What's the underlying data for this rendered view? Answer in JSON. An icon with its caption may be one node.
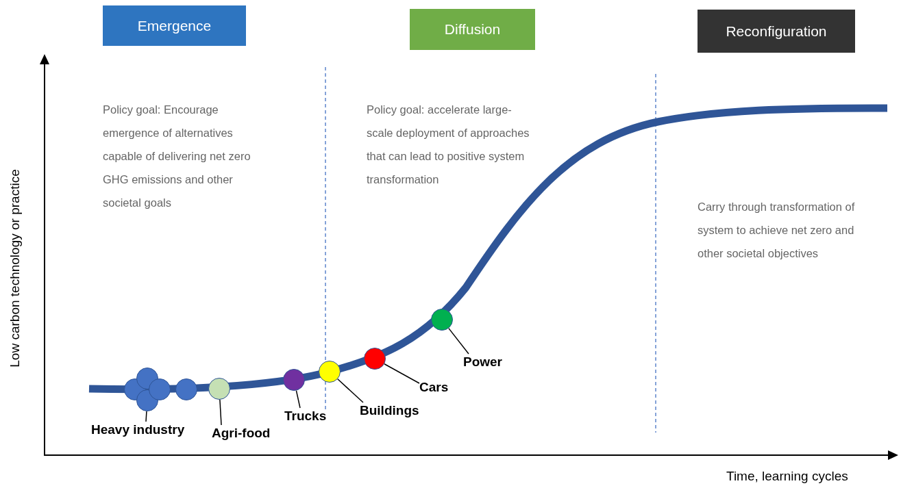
{
  "diagram": {
    "nodes": [
      {
        "text": [
          "Emergence"
        ]
      },
      {
        "text": [
          "Diffusion"
        ]
      },
      {
        "text": [
          "Reconfiguration"
        ]
      },
      {
        "text": [],
        "shape": "circle"
      },
      {
        "text": [],
        "shape": "circle"
      },
      {
        "text": [],
        "shape": "circle"
      },
      {
        "text": [],
        "shape": "circle"
      },
      {
        "text": [],
        "shape": "circle"
      },
      {
        "text": [],
        "shape": "circle"
      },
      {
        "text": [],
        "shape": "circle"
      },
      {
        "text": [],
        "shape": "circle"
      },
      {
        "text": [],
        "shape": "circle"
      },
      {
        "text": [],
        "shape": "circle"
      },
      {
        "text": [
          "Heavy industry"
        ]
      },
      {
        "text": [
          "Agri-food"
        ]
      },
      {
        "text": [
          "Trucks"
        ]
      },
      {
        "text": [
          "Buildings"
        ]
      },
      {
        "text": [
          "Cars"
        ]
      },
      {
        "text": [
          "Power"
        ]
      }
    ],
    "edges": [
      {
        "from": 13,
        "to": 5,
        "arrow": "none"
      },
      {
        "from": 14,
        "to": 8,
        "arrow": "none"
      },
      {
        "from": 15,
        "to": 9,
        "arrow": "none"
      },
      {
        "from": 16,
        "to": 10,
        "arrow": "none"
      },
      {
        "from": 17,
        "to": 11,
        "arrow": "none"
      },
      {
        "from": 18,
        "to": 12,
        "arrow": "none"
      }
    ],
    "labels": [
      "Policy goal: Encourage emergence of alternatives capable of delivering net zero GHG emissions and other societal goals",
      "Policy goal: accelerate large-scale deployment of approaches that can lead to positive system transformation",
      "Low carbon technology or practice",
      "Carry through transformation of system to achieve net zero and other societal objectives",
      "Time, learning cycles"
    ]
  }
}
